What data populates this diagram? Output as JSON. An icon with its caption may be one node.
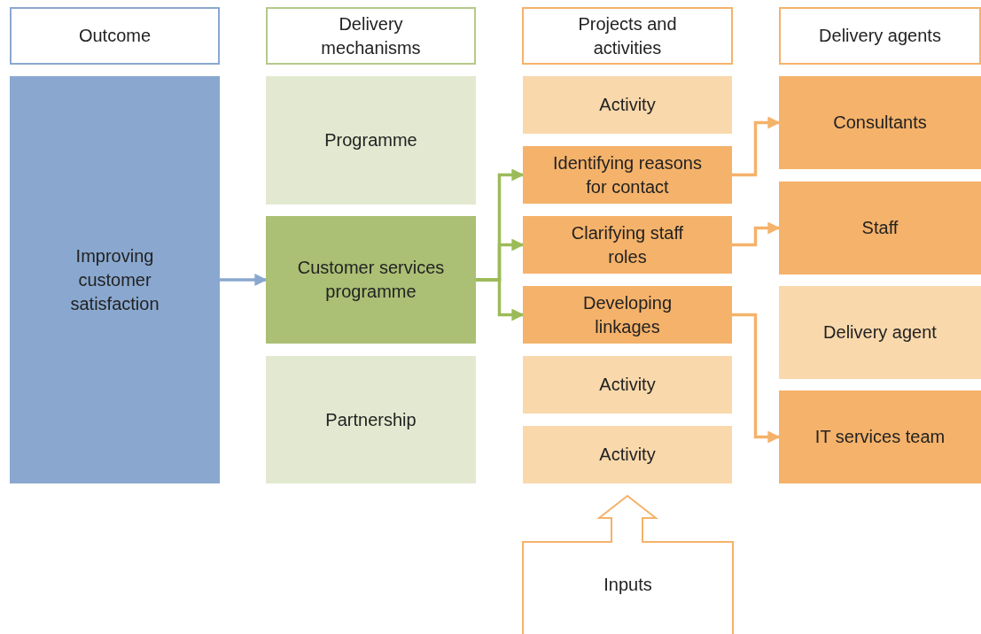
{
  "diagram": {
    "nodes": [
      {
        "text": [
          "Outcome"
        ]
      },
      {
        "text": [
          "Delivery mechanisms"
        ]
      },
      {
        "text": [
          "Projects and activities"
        ]
      },
      {
        "text": [
          "Delivery agents"
        ]
      },
      {
        "text": [
          "Improving customer satisfaction"
        ]
      },
      {
        "text": [
          "Programme"
        ]
      },
      {
        "text": [
          "Customer services programme"
        ]
      },
      {
        "text": [
          "Partnership"
        ]
      },
      {
        "text": [
          "Activity"
        ]
      },
      {
        "text": [
          "Identifying reasons for contact"
        ]
      },
      {
        "text": [
          "Clarifying staff roles"
        ]
      },
      {
        "text": [
          "Developing linkages"
        ]
      },
      {
        "text": [
          "Activity"
        ]
      },
      {
        "text": [
          "Activity"
        ]
      },
      {
        "text": [
          "Consultants"
        ]
      },
      {
        "text": [
          "Staff"
        ]
      },
      {
        "text": [
          "Delivery agent"
        ]
      },
      {
        "text": [
          "IT services team"
        ]
      },
      {
        "text": [
          "Inputs"
        ]
      }
    ],
    "edges": [
      {
        "from": 4,
        "to": 6,
        "arrow": "to",
        "color": "#8aa8cf"
      },
      {
        "from": 6,
        "to": 9,
        "arrow": "to",
        "color": "#9bbb59"
      },
      {
        "from": 6,
        "to": 10,
        "arrow": "to",
        "color": "#9bbb59"
      },
      {
        "from": 6,
        "to": 11,
        "arrow": "to",
        "color": "#9bbb59"
      },
      {
        "from": 9,
        "to": 14,
        "arrow": "to",
        "color": "#f5b26a"
      },
      {
        "from": 10,
        "to": 15,
        "arrow": "to",
        "color": "#f5b26a"
      },
      {
        "from": 11,
        "to": 17,
        "arrow": "to",
        "color": "#f5b26a"
      }
    ]
  }
}
